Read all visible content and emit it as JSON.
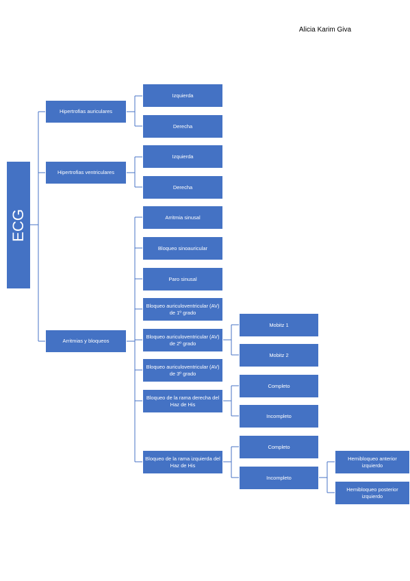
{
  "author": "Alicia Karim Giva",
  "colors": {
    "box": "#4472c4",
    "connector": "#4472c4",
    "text": "#ffffff"
  },
  "root": "ECG",
  "level1": [
    "Hipertrofias auriculares",
    "Hipertrofias ventriculares",
    "Arritmias y bloqueos"
  ],
  "level2": [
    "Izquierda",
    "Derecha",
    "Izquierda",
    "Derecha",
    "Arritmia sinusal",
    "Bloqueo sinoauricular",
    "Paro sinusal",
    "Bloqueo auriculoventricular (AV) de 1º grado",
    "Bloqueo auriculoventricular (AV) de 2º grado",
    "Bloqueo auriculoventricular (AV) de 3º grado",
    "Bloqueo de la rama derecha del Haz de His",
    "Bloqueo de la rama izquierda del Haz de His"
  ],
  "level3": [
    "Mobitz 1",
    "Mobitz 2",
    "Completo",
    "Incompleto",
    "Completo",
    "Incompleto"
  ],
  "level4": [
    "Hemibloqueo anterior izquierdo",
    "Hemibloqueo posterior izquierdo"
  ]
}
